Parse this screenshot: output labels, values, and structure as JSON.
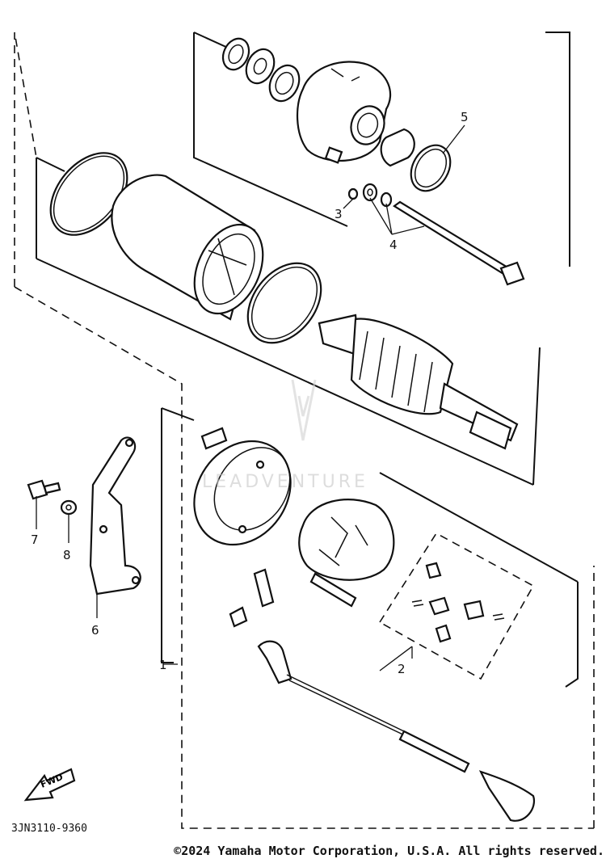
{
  "diagram": {
    "code": "3JN3110-9360",
    "copyright": "©2024 Yamaha Motor Corporation, U.S.A. All rights reserved.",
    "watermark": "LEADVENTURE",
    "direction_arrow": "FWD",
    "callouts": [
      "1",
      "2",
      "3",
      "4",
      "5",
      "6",
      "7",
      "8"
    ]
  }
}
